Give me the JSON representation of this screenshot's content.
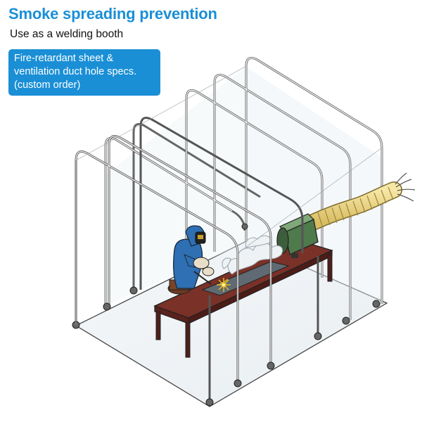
{
  "header": {
    "title": "Smoke spreading prevention",
    "subtitle": "Use as a welding booth"
  },
  "callout": {
    "lines": [
      "Fire-retardant sheet &",
      "ventilation duct hole specs.",
      "(custom order)"
    ]
  },
  "colors": {
    "accent": "#1a8fd6",
    "table_top": "#6e2b24",
    "worker_uniform": "#2f6fb3",
    "hood": "#5e8a5a",
    "duct": "#f0d98a"
  },
  "icons": [
    "welder-figure",
    "welding-table",
    "fume-extractor-hood",
    "flexible-duct",
    "welding-spark",
    "smoke-plume",
    "booth-frame"
  ]
}
